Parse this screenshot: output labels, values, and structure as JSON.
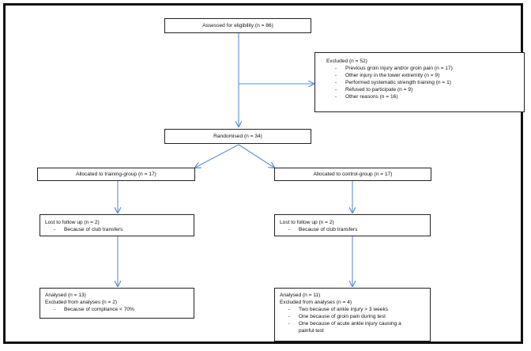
{
  "eligibility": "Assessed for eligibility (n = 86)",
  "excluded": {
    "title": "Excluded (n = 52)",
    "items": [
      "Previous groin injury and/or groin pain (n = 17)",
      "Other injury in the lower extremity (n = 9)",
      "Performed systematic strength training (n = 1)",
      "Refused to participate (n = 9)",
      "Other reasons (n = 16)"
    ]
  },
  "randomised": "Randomised (n = 34)",
  "training": {
    "allocated": "Allocated to training-group (n = 17)",
    "lost_title": "Lost to follow up (n = 2)",
    "lost_items": [
      "Because of club transfers"
    ],
    "analysed": "Analysed (n = 13)",
    "excluded_analyses": "Excluded from analyses (n = 2)",
    "excluded_items": [
      "Because of compliance < 70%"
    ]
  },
  "control": {
    "allocated": "Allocated to control-group (n = 17)",
    "lost_title": "Lost to follow up (n = 2)",
    "lost_items": [
      "Because of club transfers"
    ],
    "analysed": "Analysed (n = 11)",
    "excluded_analyses": "Excluded from analyses (n = 4)",
    "excluded_items": [
      "Two because of ankle injury  > 3 weeks",
      "One because of groin pain during test",
      "One because of acute ankle injury causing a",
      "painful test"
    ]
  },
  "bullet_dash": "-"
}
